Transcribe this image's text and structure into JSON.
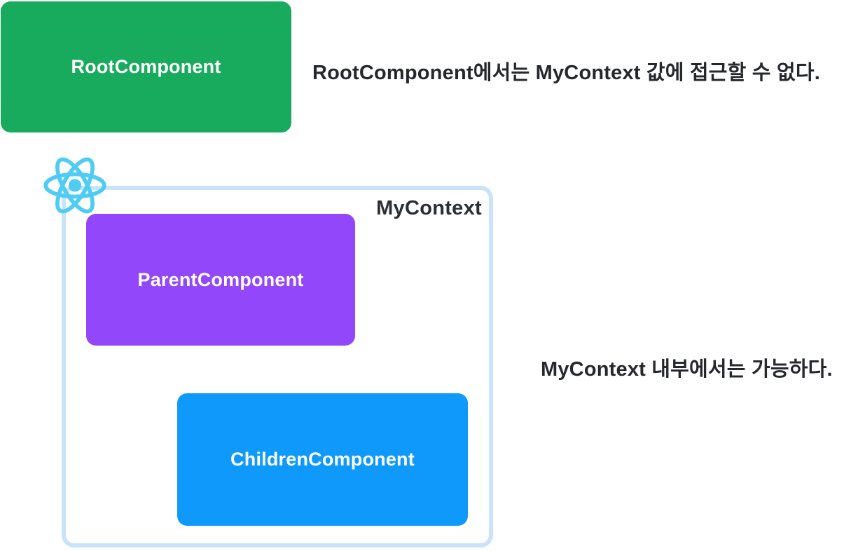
{
  "diagram": {
    "background": "#ffffff",
    "nodes": [
      {
        "id": "root",
        "label": "RootComponent",
        "color": "#18AB5E",
        "text_color": "#ffffff"
      },
      {
        "id": "parent",
        "label": "ParentComponent",
        "color": "#9347FA",
        "text_color": "#ffffff"
      },
      {
        "id": "children",
        "label": "ChildrenComponent",
        "color": "#0E99FB",
        "text_color": "#ffffff"
      }
    ],
    "context_box": {
      "label": "MyContext",
      "border_color": "#C8E3FA",
      "label_color": "#2B2E33"
    },
    "react_logo": {
      "icon": "react-atom-icon",
      "color": "#4FCCF4"
    },
    "annotations": [
      {
        "id": "root-note",
        "text": "RootComponent에서는 MyContext 값에 접근할 수 없다.",
        "color": "#26282B"
      },
      {
        "id": "context-note",
        "text": "MyContext 내부에서는 가능하다.",
        "color": "#26282B"
      }
    ]
  }
}
